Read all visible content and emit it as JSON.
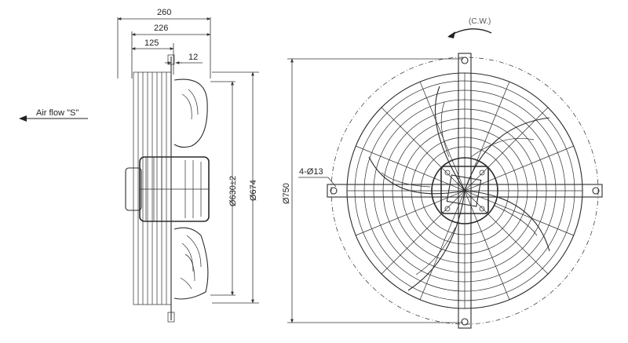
{
  "side_view": {
    "dim_overall_depth": "260",
    "dim_guard_depth": "226",
    "dim_mount_depth": "125",
    "dim_flange": "12",
    "dim_blade_diameter": "Ø630±2",
    "dim_housing_diameter": "Ø674",
    "airflow_label": "Air flow \"S\""
  },
  "front_view": {
    "rotation_label": "(C.W.)",
    "dim_outer_diameter": "Ø750",
    "dim_mount_holes": "4-Ø13"
  },
  "colors": {
    "line": "#2b2b2b",
    "dimension": "#333333"
  }
}
